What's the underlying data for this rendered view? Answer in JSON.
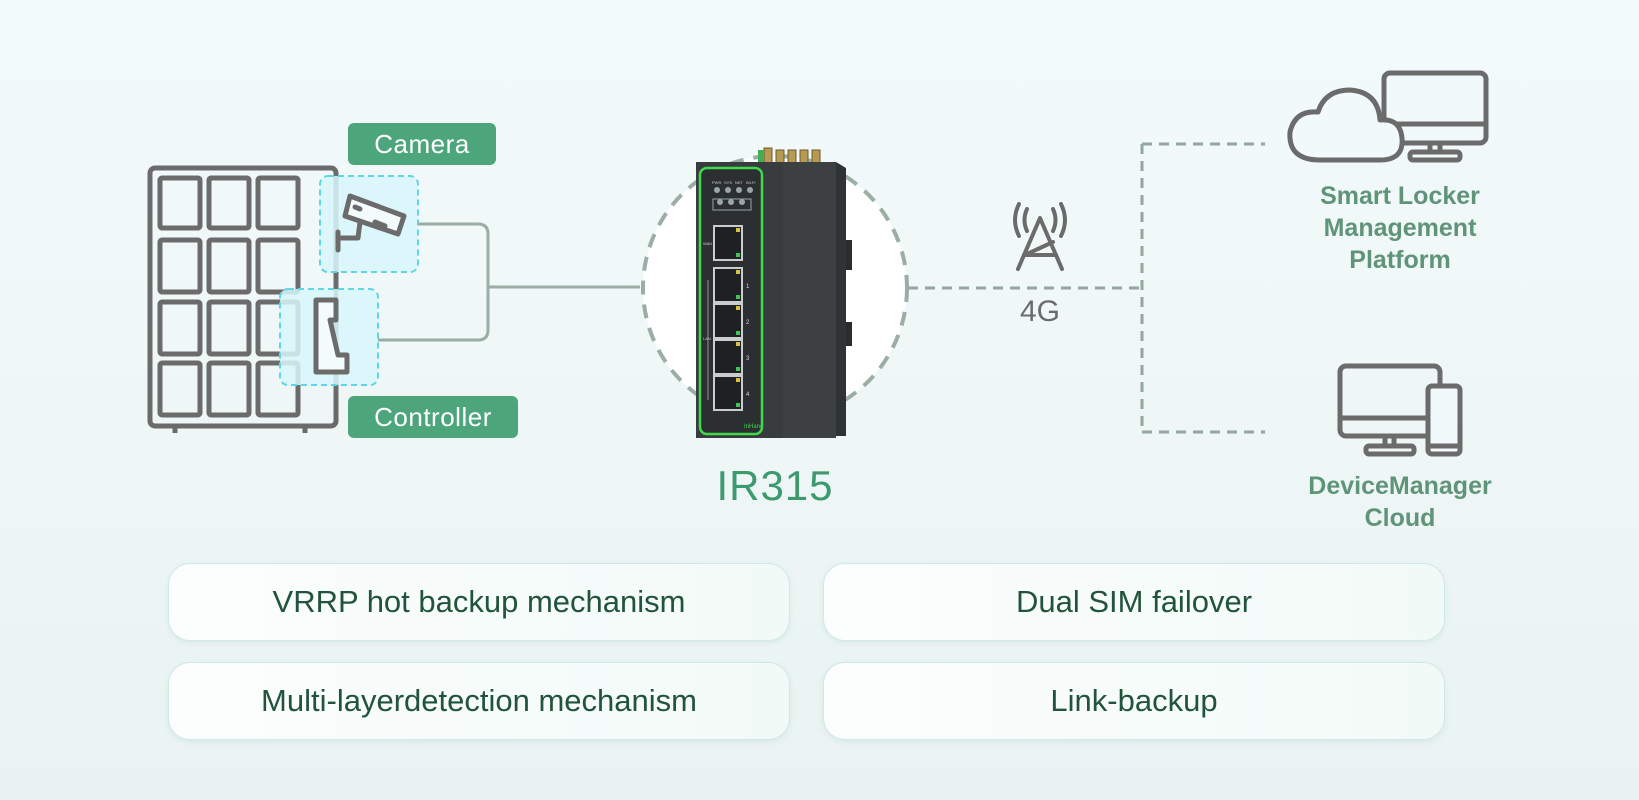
{
  "diagram": {
    "left_tags": {
      "camera": "Camera",
      "controller": "Controller"
    },
    "device": {
      "model": "IR315",
      "led_labels": [
        "PWR",
        "SYS",
        "NET",
        "Wi-Fi"
      ],
      "wan_label": "WAN",
      "lan_label": "LAN",
      "port_numbers": [
        "1",
        "2",
        "3",
        "4"
      ],
      "brand": "InHand"
    },
    "connection": {
      "label": "4G"
    },
    "platforms": [
      {
        "lines": [
          "Smart Locker",
          "Management",
          "Platform"
        ],
        "icon": "cloud-monitor-icon"
      },
      {
        "lines": [
          "DeviceManager",
          "Cloud"
        ],
        "icon": "monitor-phone-icon"
      }
    ],
    "features": [
      "VRRP hot backup mechanism",
      "Dual SIM failover",
      "Multi-layerdetection mechanism",
      "Link-backup"
    ],
    "colors": {
      "accent_green": "#4da57c",
      "title_green": "#3d9a6e",
      "platform_text": "#5f9478",
      "feature_text": "#22533b",
      "icon_gray": "#6a6a6a",
      "device_glow": "#3fd94a"
    }
  }
}
